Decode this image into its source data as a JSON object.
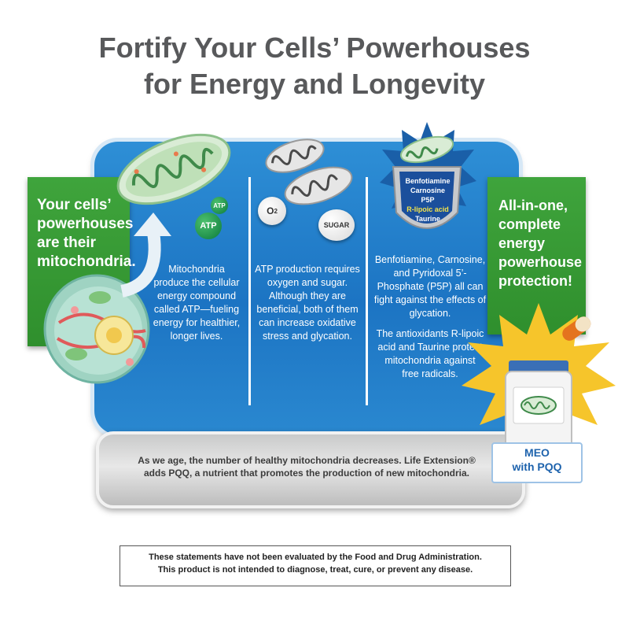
{
  "title": {
    "line1": "Fortify Your Cells’ Powerhouses",
    "line2": "for Energy and Longevity"
  },
  "left_box": {
    "line1": "Your cells’",
    "line2": "powerhouses",
    "line3": "are their",
    "line4": "mitochondria."
  },
  "col1": {
    "atp_small": "ATP",
    "atp_big": "ATP",
    "text": [
      "Mitochondria",
      "produce the cellular",
      "energy compound",
      "called ATP—fueling",
      "energy for healthier,",
      "longer lives."
    ]
  },
  "col2": {
    "o2_label": "O",
    "o2_sub": "2",
    "sugar_label": "SUGAR",
    "text": [
      "ATP production requires",
      "oxygen and sugar.",
      "Although they are",
      "beneficial, both of them",
      "can increase oxidative",
      "stress and glycation."
    ]
  },
  "col3": {
    "shield": [
      "Benfotiamine",
      "Carnosine",
      "P5P",
      "R-lipoic acid",
      "Taurine"
    ],
    "text1": [
      "Benfotiamine, Carnosine,",
      "and Pyridoxal 5’-",
      "Phosphate (P5P) all can",
      "fight against the effects of",
      "glycation."
    ],
    "text2": [
      "The antioxidants R-lipoic",
      "acid and Taurine protect",
      "mitochondria against",
      "free radicals."
    ]
  },
  "right_box": {
    "line1": "All-in-one,",
    "line2": "complete",
    "line3": "energy",
    "line4": "powerhouse",
    "line5": "protection!"
  },
  "product_badge": {
    "line1": "MEO",
    "line2": "with PQQ"
  },
  "bottom_bar": {
    "line1": "As we age, the number of healthy mitochondria decreases. Life Extension®",
    "line2": "adds PQQ, a nutrient that promotes the production of new mitochondria."
  },
  "disclaimer": {
    "line1": "These statements have not been evaluated by the Food and Drug Administration.",
    "line2": "This product is not intended to diagnose, treat, cure, or prevent any disease."
  },
  "colors": {
    "panel_blue": "#1c74c3",
    "green": "#3fa43c",
    "title_grey": "#58595b",
    "badge_blue": "#1e63ad"
  }
}
